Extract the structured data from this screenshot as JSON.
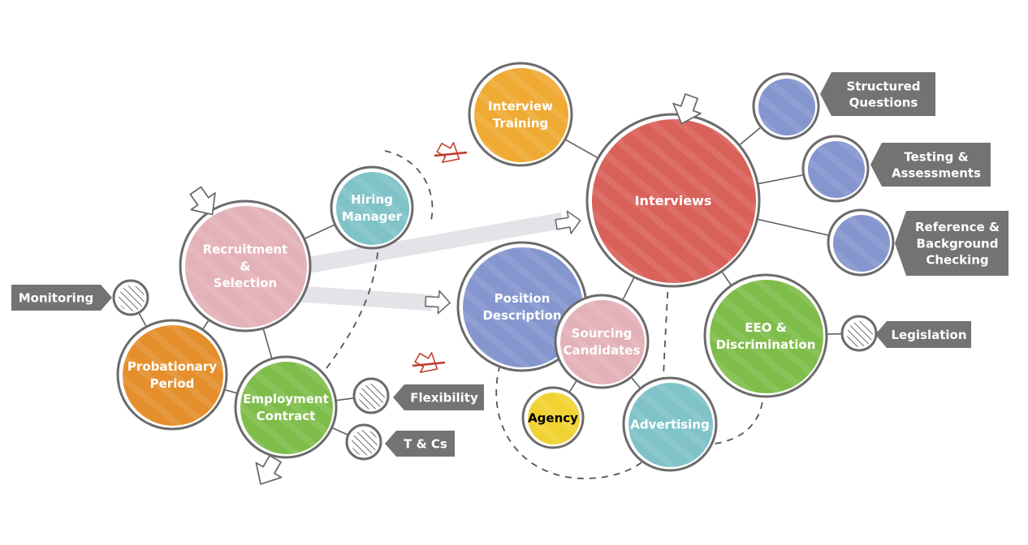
{
  "title": "Recruitment & Selection process map",
  "colors": {
    "outline": "#6b6b6b",
    "tag": "#737373",
    "band": "#e3e3e8",
    "cross": "#c0392b",
    "pink": "#e3b1b8",
    "teal": "#7fc3c9",
    "orange": "#e58f2c",
    "green": "#7fbd4b",
    "amber": "#eeaa33",
    "red": "#d8625a",
    "blue": "#8596cf",
    "yellow": "#f2d232"
  },
  "nodes": [
    {
      "id": "recruitment",
      "label": [
        "Recruitment",
        "&",
        "Selection"
      ],
      "color": "pink",
      "text": "#ffffff"
    },
    {
      "id": "hiring",
      "label": [
        "Hiring",
        "Manager"
      ],
      "color": "teal",
      "text": "#ffffff"
    },
    {
      "id": "probationary",
      "label": [
        "Probationary",
        "Period"
      ],
      "color": "orange",
      "text": "#ffffff"
    },
    {
      "id": "employment",
      "label": [
        "Employment",
        "Contract"
      ],
      "color": "green",
      "text": "#ffffff"
    },
    {
      "id": "training",
      "label": [
        "Interview",
        "Training"
      ],
      "color": "amber",
      "text": "#ffffff"
    },
    {
      "id": "interviews",
      "label": [
        "Interviews"
      ],
      "color": "red",
      "text": "#ffffff"
    },
    {
      "id": "position",
      "label": [
        "Position",
        "Description"
      ],
      "color": "blue",
      "text": "#ffffff"
    },
    {
      "id": "sourcing",
      "label": [
        "Sourcing",
        "Candidates"
      ],
      "color": "pink",
      "text": "#ffffff"
    },
    {
      "id": "agency",
      "label": [
        "Agency"
      ],
      "color": "yellow",
      "text": "#000000"
    },
    {
      "id": "advertising",
      "label": [
        "Advertising"
      ],
      "color": "teal",
      "text": "#ffffff"
    },
    {
      "id": "eeo",
      "label": [
        "EEO &",
        "Discrimination"
      ],
      "color": "green",
      "text": "#ffffff"
    },
    {
      "id": "structured",
      "label": [],
      "color": "blue",
      "text": "#ffffff"
    },
    {
      "id": "testing",
      "label": [],
      "color": "blue",
      "text": "#ffffff"
    },
    {
      "id": "reference",
      "label": [],
      "color": "blue",
      "text": "#ffffff"
    },
    {
      "id": "monitoring_dot",
      "label": [],
      "color": "hatch",
      "text": "#ffffff"
    },
    {
      "id": "flexibility_dot",
      "label": [],
      "color": "hatch",
      "text": "#ffffff"
    },
    {
      "id": "tcs_dot",
      "label": [],
      "color": "hatch",
      "text": "#ffffff"
    },
    {
      "id": "legislation_dot",
      "label": [],
      "color": "hatch",
      "text": "#ffffff"
    }
  ],
  "tags": [
    {
      "id": "monitoring",
      "label": [
        "Monitoring"
      ],
      "points": "right"
    },
    {
      "id": "flexibility",
      "label": [
        "Flexibility"
      ],
      "points": "left"
    },
    {
      "id": "tcs",
      "label": [
        "T & Cs"
      ],
      "points": "left"
    },
    {
      "id": "legislation",
      "label": [
        "Legislation"
      ],
      "points": "left"
    },
    {
      "id": "structured",
      "label": [
        "Structured",
        "Questions"
      ],
      "points": "left"
    },
    {
      "id": "testing",
      "label": [
        "Testing &",
        "Assessments"
      ],
      "points": "left"
    },
    {
      "id": "reference",
      "label": [
        "Reference &",
        "Background",
        "Checking"
      ],
      "points": "left"
    }
  ],
  "links": [
    [
      "recruitment",
      "hiring"
    ],
    [
      "recruitment",
      "probationary"
    ],
    [
      "recruitment",
      "employment"
    ],
    [
      "probationary",
      "employment"
    ],
    [
      "probationary",
      "monitoring_dot"
    ],
    [
      "employment",
      "flexibility_dot"
    ],
    [
      "employment",
      "tcs_dot"
    ],
    [
      "training",
      "interviews"
    ],
    [
      "interviews",
      "structured"
    ],
    [
      "interviews",
      "testing"
    ],
    [
      "interviews",
      "reference"
    ],
    [
      "interviews",
      "sourcing"
    ],
    [
      "interviews",
      "eeo"
    ],
    [
      "sourcing",
      "agency"
    ],
    [
      "sourcing",
      "advertising"
    ],
    [
      "eeo",
      "legislation_dot"
    ]
  ],
  "flows": [
    {
      "from": "recruitment",
      "to": "interviews",
      "style": "band"
    },
    {
      "from": "recruitment",
      "to": "position",
      "style": "band"
    },
    {
      "from": "employment",
      "to": "hiring",
      "style": "dashed"
    },
    {
      "from": "eeo",
      "to": "advertising",
      "style": "dashed"
    },
    {
      "from": "interviews",
      "to": "advertising",
      "style": "dashed"
    },
    {
      "from": "position",
      "to": "advertising",
      "style": "dashed"
    }
  ],
  "markers": [
    {
      "id": "start-arrow",
      "meaning": "entry point"
    },
    {
      "id": "interviews-arrow",
      "meaning": "entry point"
    },
    {
      "id": "exit-arrow",
      "meaning": "exit point"
    },
    {
      "id": "blocked-arrow-top",
      "meaning": "crossed-out arrow"
    },
    {
      "id": "blocked-arrow-bottom",
      "meaning": "crossed-out arrow"
    }
  ]
}
